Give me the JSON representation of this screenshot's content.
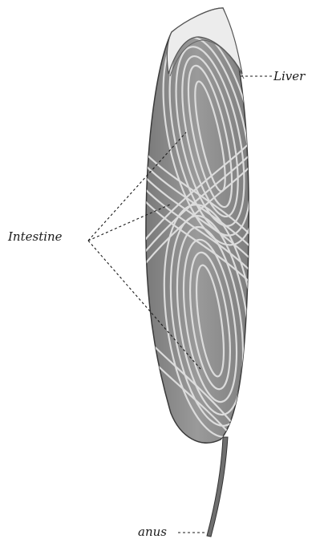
{
  "labels": {
    "liver": "Liver",
    "intestine": "Intestine",
    "anus": "anus"
  },
  "colors": {
    "body_fill": "#8a8a8a",
    "liver_fill": "#e9e9e9",
    "coil_line": "#d9d9d9",
    "ink": "#1a1a1a"
  }
}
